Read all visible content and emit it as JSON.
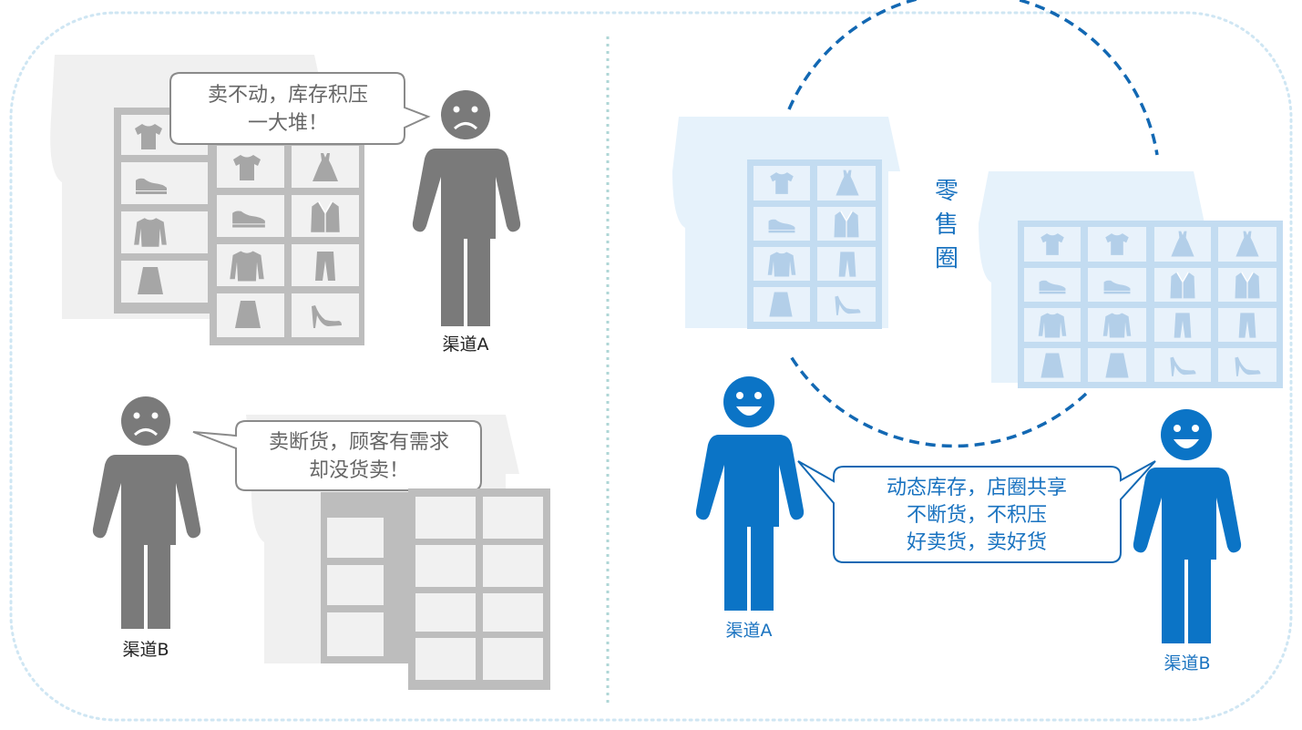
{
  "colors": {
    "frame_dots": "#cfe6f3",
    "divider_dots": "#aed6d6",
    "sad_person": "#7a7a7a",
    "happy_person": "#0b74c6",
    "store_gray": "#f0f0f0",
    "shelf_gray": "#bdbdbd",
    "cell_gray": "#f1f1f1",
    "icon_gray": "#a6a6a6",
    "store_blue": "#e6f2fb",
    "shelf_blue": "#c3dcf1",
    "cell_blue": "#e8f2fb",
    "icon_blue": "#b3cfe9",
    "circle_blue": "#1268b3",
    "text_blue": "#1a73c0",
    "text_dark": "#222222",
    "bubble_text_gray": "#666666"
  },
  "left_panel": {
    "channel_a": {
      "label": "渠道A",
      "bubble_line1": "卖不动，库存积压",
      "bubble_line2": "一大堆！",
      "mood": "sad"
    },
    "channel_b": {
      "label": "渠道B",
      "bubble_line1": "卖断货，顾客有需求",
      "bubble_line2": "却没货卖！",
      "mood": "sad"
    }
  },
  "right_panel": {
    "circle_label": [
      "零",
      "售",
      "圈"
    ],
    "channel_a": {
      "label": "渠道A",
      "mood": "happy"
    },
    "channel_b": {
      "label": "渠道B",
      "mood": "happy"
    },
    "shared_bubble": [
      "动态库存，店圈共享",
      "不断货，不积压",
      "好卖货，卖好货"
    ]
  },
  "shelf_icons": [
    "tshirt-icon",
    "dress-icon",
    "shoe-icon",
    "suit-icon",
    "sweater-icon",
    "pants-icon",
    "skirt-icon",
    "heels-icon"
  ]
}
